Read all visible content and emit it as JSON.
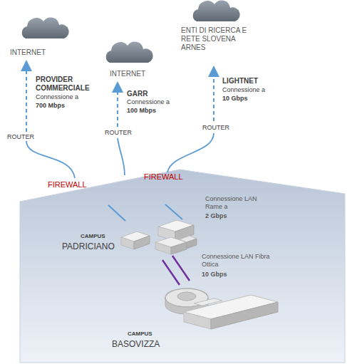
{
  "diagram": {
    "nodes": [
      {
        "text": [
          "INTERNET"
        ]
      },
      {
        "text": [
          "INTERNET"
        ]
      },
      {
        "text": [
          "ENTI DI RICERCA E RETE SLOVENA ARNES"
        ]
      },
      {
        "text": [
          "CAMPUS",
          "PADRICIANO"
        ]
      },
      {
        "text": [
          "CAMPUS",
          "BASOVIZZA"
        ]
      }
    ],
    "edges": [
      {
        "from": 3,
        "to": 4,
        "arrow": "none",
        "label": "Connessione LAN Fibra Ottica"
      }
    ],
    "labels": [
      "PROVIDER COMMERCIALE",
      "Connessione a",
      "700 Mbps",
      "GARR",
      "Connessione a",
      "100 Mbps",
      "LIGHTNET",
      "Connessione a",
      "10 Gbps",
      "ROUTER",
      "ROUTER",
      "ROUTER",
      "FIREWALL",
      "FIREWALL",
      "Connessione LAN Rame a",
      "2 Gbps",
      "10 Gbps"
    ]
  }
}
